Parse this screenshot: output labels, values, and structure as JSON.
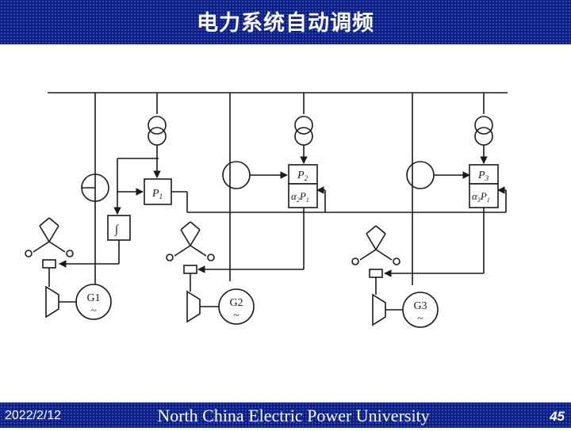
{
  "slide": {
    "title": "电力系统自动调频",
    "date": "2022/2/12",
    "university": "North China Electric Power University",
    "page_number": "45"
  },
  "colors": {
    "banner": "#0b1f8a",
    "text_on_banner": "#ffffff",
    "line": "#1a1a1a"
  },
  "diagram": {
    "blocks": {
      "p1": "P",
      "p1_sub": "1",
      "p2": "P",
      "p2_sub": "2",
      "a2p1_a": "α",
      "a2p1_sub": "2",
      "a2p1_p": "P",
      "a2p1_p_sub": "1",
      "p3": "P",
      "p3_sub": "3",
      "a3p1_a": "α",
      "a3p1_sub": "3",
      "a3p1_p": "P",
      "a3p1_p_sub": "1",
      "integrator": "∫"
    },
    "generators": [
      {
        "label": "G1",
        "symbol": "~"
      },
      {
        "label": "G2",
        "symbol": "~"
      },
      {
        "label": "G3",
        "symbol": "~"
      }
    ]
  }
}
